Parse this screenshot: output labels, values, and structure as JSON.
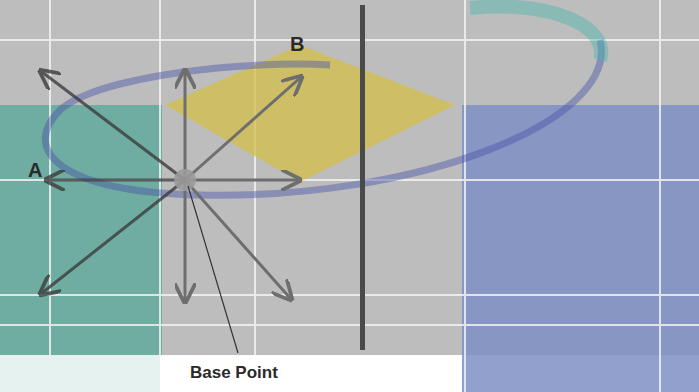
{
  "diagram": {
    "labels": [
      "A",
      "B",
      "Base Point"
    ]
  }
}
